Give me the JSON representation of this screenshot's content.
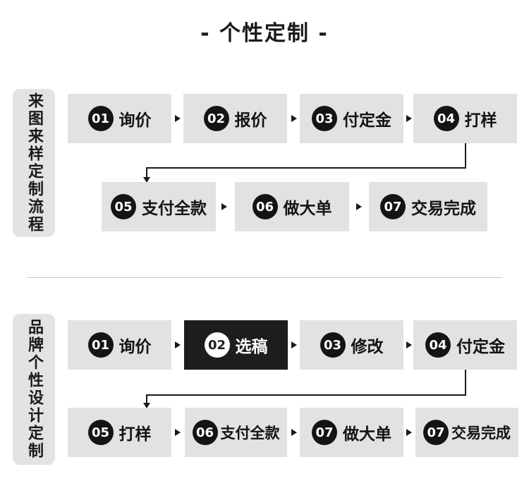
{
  "title": "- 个性定制 -",
  "section1": {
    "side_label": "来图来样定制流程",
    "steps": [
      {
        "num": "01",
        "label": "询价"
      },
      {
        "num": "02",
        "label": "报价"
      },
      {
        "num": "03",
        "label": "付定金"
      },
      {
        "num": "04",
        "label": "打样"
      },
      {
        "num": "05",
        "label": "支付全款"
      },
      {
        "num": "06",
        "label": "做大单"
      },
      {
        "num": "07",
        "label": "交易完成"
      }
    ]
  },
  "section2": {
    "side_label": "品牌个性设计定制",
    "highlighted_step": "02",
    "steps": [
      {
        "num": "01",
        "label": "询价"
      },
      {
        "num": "02",
        "label": "选稿"
      },
      {
        "num": "03",
        "label": "修改"
      },
      {
        "num": "04",
        "label": "付定金"
      },
      {
        "num": "05",
        "label": "打样"
      },
      {
        "num": "06",
        "label": "支付全款"
      },
      {
        "num": "07",
        "label": "做大单"
      },
      {
        "num": "07",
        "label": "交易完成"
      }
    ]
  },
  "colors": {
    "box": "#e2e2e2",
    "badge": "#141414",
    "highlight": "#1d1d1d",
    "text": "#141414"
  }
}
